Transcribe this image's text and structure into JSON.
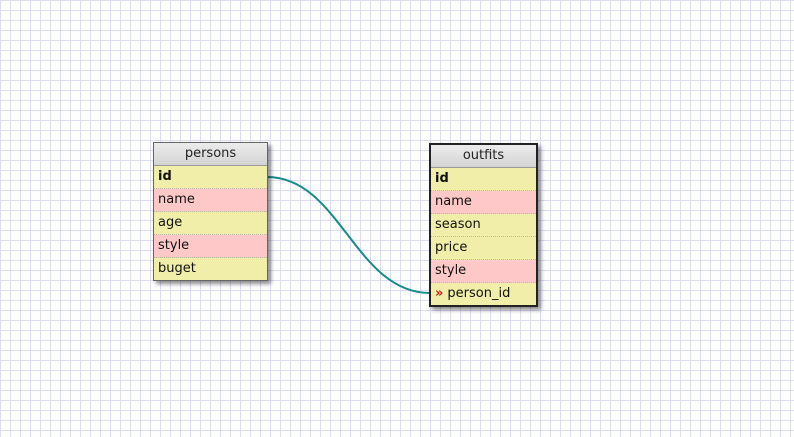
{
  "tables": {
    "persons": {
      "title": "persons",
      "fields": [
        {
          "name": "id",
          "kind": "primary-key",
          "color": "#f0eea8"
        },
        {
          "name": "name",
          "kind": "field",
          "color": "#fec8c8"
        },
        {
          "name": "age",
          "kind": "field",
          "color": "#f0eea8"
        },
        {
          "name": "style",
          "kind": "field",
          "color": "#fec8c8"
        },
        {
          "name": "buget",
          "kind": "field",
          "color": "#f0eea8"
        }
      ]
    },
    "outfits": {
      "title": "outfits",
      "selected": true,
      "fields": [
        {
          "name": "id",
          "kind": "primary-key",
          "color": "#f0eea8"
        },
        {
          "name": "name",
          "kind": "field",
          "color": "#fec8c8"
        },
        {
          "name": "season",
          "kind": "field",
          "color": "#f0eea8"
        },
        {
          "name": "price",
          "kind": "field",
          "color": "#f0eea8"
        },
        {
          "name": "style",
          "kind": "field",
          "color": "#fec8c8"
        },
        {
          "name": "person_id",
          "kind": "foreign-key",
          "icon": "foreign-key-icon",
          "color": "#f0eea8"
        }
      ]
    }
  },
  "relations": [
    {
      "from": "persons.id",
      "to": "outfits.person_id",
      "color": "#188b8b"
    }
  ],
  "colors": {
    "grid": "#dcdcf2",
    "table_yellow": "#f0eea8",
    "table_pink": "#fec8c8",
    "relation": "#188b8b",
    "fk_icon": "#cc2222"
  }
}
